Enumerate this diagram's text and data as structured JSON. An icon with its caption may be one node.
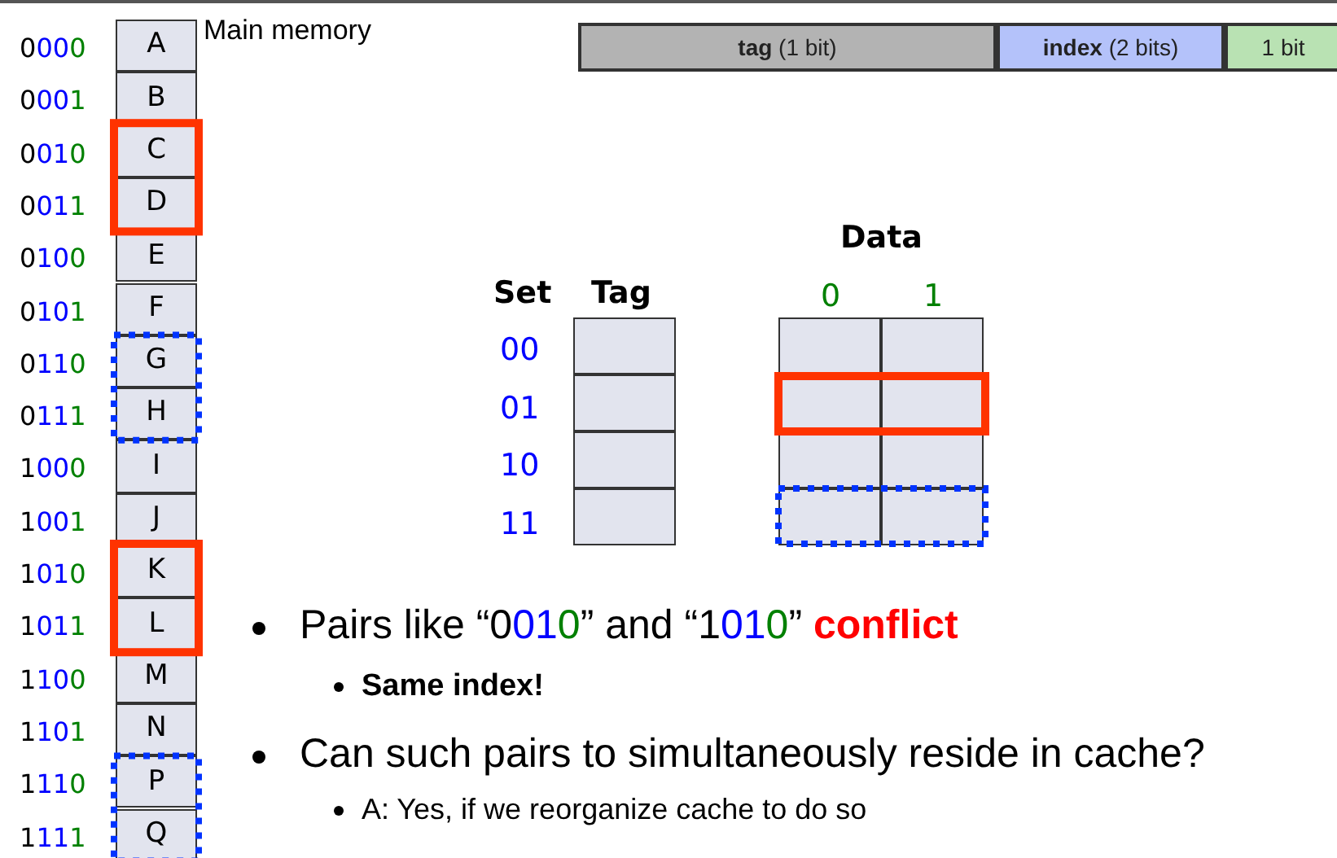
{
  "diagram": {
    "nodes": [
      {
        "text": [
          "A"
        ]
      },
      {
        "text": [
          "B"
        ]
      },
      {
        "text": [
          "C"
        ]
      },
      {
        "text": [
          "D"
        ]
      },
      {
        "text": [
          "E"
        ]
      },
      {
        "text": [
          "F"
        ]
      },
      {
        "text": [
          "G"
        ]
      },
      {
        "text": [
          "H"
        ]
      },
      {
        "text": [
          "I"
        ]
      },
      {
        "text": [
          "J"
        ]
      },
      {
        "text": [
          "K"
        ]
      },
      {
        "text": [
          "L"
        ]
      },
      {
        "text": [
          "M"
        ]
      },
      {
        "text": [
          "N"
        ]
      },
      {
        "text": [
          "P"
        ]
      },
      {
        "text": [
          "Q"
        ]
      },
      {
        "text": [
          "**tag** (1 bit)"
        ]
      },
      {
        "text": [
          "**index** (2 bits)"
        ]
      },
      {
        "text": [
          "1 bit"
        ]
      },
      {
        "text": [],
        "shape": "box"
      },
      {
        "text": [],
        "shape": "box"
      },
      {
        "text": [],
        "shape": "box"
      },
      {
        "text": [],
        "shape": "box"
      },
      {
        "text": [],
        "shape": "box"
      },
      {
        "text": [],
        "shape": "box"
      },
      {
        "text": [],
        "shape": "box"
      },
      {
        "text": [],
        "shape": "box"
      },
      {
        "text": [],
        "shape": "box"
      },
      {
        "text": [],
        "shape": "box"
      },
      {
        "text": [],
        "shape": "box"
      },
      {
        "text": [],
        "shape": "box"
      }
    ],
    "labels": [
      "0000",
      "0001",
      "0010",
      "0011",
      "0100",
      "0101",
      "0110",
      "0111",
      "1000",
      "1001",
      "1010",
      "1011",
      "1100",
      "1101",
      "1110",
      "1111",
      "Main memory",
      "Data",
      "Set",
      "Tag",
      "0",
      "1",
      "00",
      "01",
      "10",
      "11",
      "Pairs like “0010” and “1010” **conflict**",
      "Same index!",
      "Can such pairs to simultaneously reside in cache?",
      "A: Yes, if we reorganize cache to do so"
    ]
  }
}
